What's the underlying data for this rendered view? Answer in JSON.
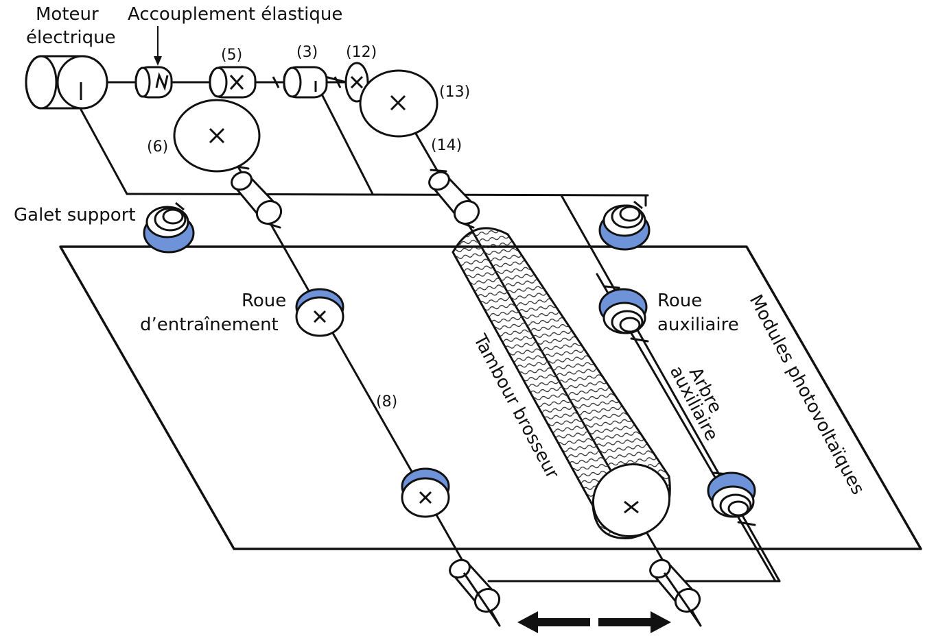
{
  "labels": {
    "moteur": "Moteur",
    "electrique": "électrique",
    "accouplement": "Accouplement élastique",
    "galet_support": "Galet support",
    "roue_entrainement_1": "Roue",
    "roue_entrainement_2": "d’entraînement",
    "roue_auxiliaire_1": "Roue",
    "roue_auxiliaire_2": "auxiliaire",
    "modules": "Modules photovoltaïques",
    "tambour": "Tambour brosseur",
    "arbre_1": "Arbre",
    "arbre_2": "auxiliaire"
  },
  "numbers": {
    "n3": "(3)",
    "n5": "(5)",
    "n6": "(6)",
    "n8": "(8)",
    "n12": "(12)",
    "n13": "(13)",
    "n14": "(14)"
  },
  "colors": {
    "line": "#111111",
    "wheel_accent": "#6f93d9",
    "background": "#ffffff",
    "brush_texture": "#2a2a2a"
  }
}
